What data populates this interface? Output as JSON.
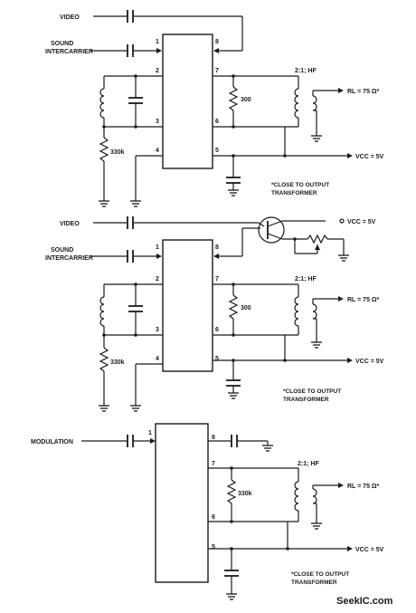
{
  "circuit1": {
    "input_video": "VIDEO",
    "input_sound": "SOUND\nINTERCARRIER",
    "pins": [
      "1",
      "2",
      "3",
      "4",
      "5",
      "6",
      "7",
      "8"
    ],
    "resistor_bias": "330k",
    "resistor_load": "300",
    "transformer": "2:1; HF",
    "output_load": "RL = 75 Ω*",
    "supply": "VCC = 5V",
    "note": "*CLOSE TO OUTPUT\nTRANSFORMER"
  },
  "circuit2": {
    "input_video": "VIDEO",
    "input_sound": "SOUND\nINTERCARRIER",
    "pins": [
      "1",
      "2",
      "3",
      "4",
      "5",
      "6",
      "7",
      "8"
    ],
    "supply_top": "VCC = 5V",
    "resistor_bias": "330k",
    "resistor_load": "300",
    "transformer": "2:1; HF",
    "output_load": "RL = 75 Ω*",
    "supply": "VCC = 5V",
    "note": "*CLOSE TO OUTPUT\nTRANSFORMER"
  },
  "circuit3": {
    "input_mod": "MODULATION",
    "pins": [
      "1",
      "8",
      "7",
      "6",
      "5"
    ],
    "resistor_load": "330k",
    "transformer": "2:1; HF",
    "output_load": "RL = 75 Ω*",
    "supply": "VCC = 5V",
    "note": "*CLOSE TO OUTPUT\nTRANSFORMER"
  },
  "watermark": "SeekIC.com",
  "colors": {
    "ink": "#1a1a1a",
    "background": "#ffffff"
  }
}
